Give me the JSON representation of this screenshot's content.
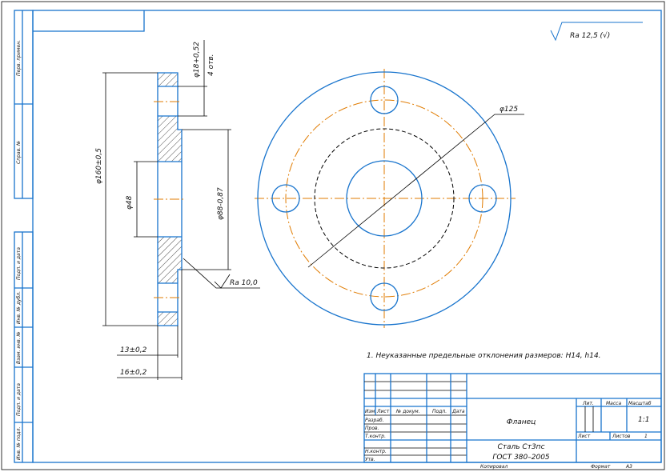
{
  "roughness_general": "Ra 12,5 (√)",
  "roughness_local": "Ra 10,0",
  "dimensions": {
    "outer_diameter": "φ160±0,5",
    "bore": "φ48",
    "hub": "φ88-0,87",
    "holes": "φ18+0,52",
    "holes_count": "4 отв.",
    "thickness_flange": "13±0,2",
    "thickness_total": "16±0,2",
    "bolt_circle": "φ125"
  },
  "note": "1. Неуказанные предельные отклонения размеров: H14, h14.",
  "side_stamp": [
    "Перв. примен.",
    "Справ. №",
    "Подп. и дата",
    "Инв. № дубл.",
    "Взам. инв. №",
    "Подп. и дата",
    "Инв. № подл."
  ],
  "title_block": {
    "headers": [
      "Изм.",
      "Лист",
      "№ докум.",
      "Подп.",
      "Дата"
    ],
    "roles": [
      "Разраб.",
      "Пров.",
      "Т.контр.",
      "",
      "Н.контр.",
      "Утв."
    ],
    "title": "Фланец",
    "material_line1": "Сталь Ст3пс",
    "material_line2": "ГОСТ 380–2005",
    "lit_label": "Лит.",
    "mass_label": "Масса",
    "scale_label": "Масштаб",
    "scale_value": "1:1",
    "sheet_label": "Лист",
    "sheets_label": "Листов",
    "sheets_value": "1",
    "copied": "Копировал",
    "format_label": "Формат",
    "format_value": "А3"
  }
}
